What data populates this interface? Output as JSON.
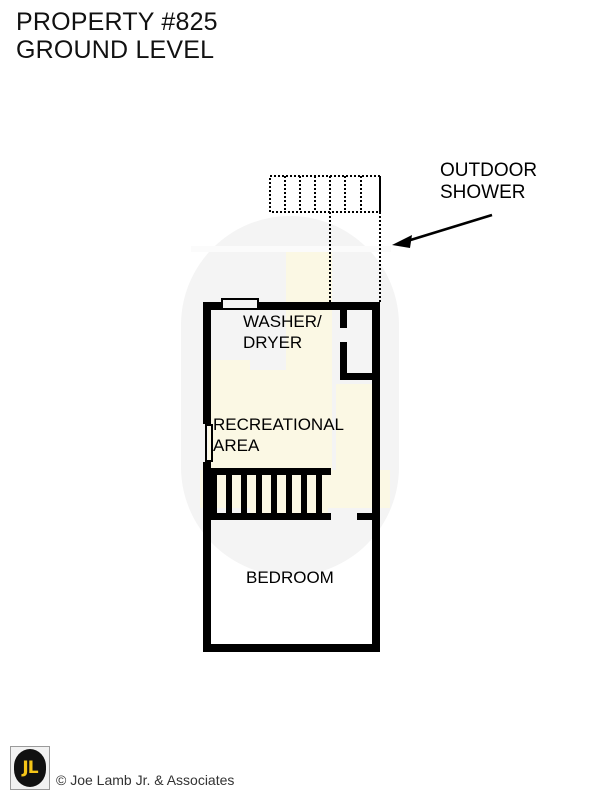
{
  "header": {
    "title_line1": "PROPERTY #825",
    "title_line2": "GROUND LEVEL"
  },
  "callouts": [
    {
      "name": "outdoor-shower",
      "line1": "OUTDOOR",
      "line2": "SHOWER"
    }
  ],
  "floorplan": {
    "rooms": [
      {
        "id": "washer-dryer",
        "line1": "WASHER/",
        "line2": "DRYER"
      },
      {
        "id": "recreational-area",
        "line1": "RECREATIONAL",
        "line2": "AREA"
      },
      {
        "id": "bedroom",
        "line1": "BEDROOM",
        "line2": ""
      }
    ],
    "features": [
      "outdoor-shower-slats",
      "staircase",
      "top-wall-window",
      "left-wall-window",
      "interior-partition"
    ]
  },
  "footer": {
    "logo_text": "JL",
    "copyright": "© Joe Lamb Jr. & Associates"
  },
  "colors": {
    "wall": "#000000",
    "paper": "#ffffff",
    "watermark_gray": "#f4f4f4",
    "watermark_cream": "#fbf8e4",
    "logo_yellow": "#f5c518",
    "logo_black": "#111111"
  }
}
